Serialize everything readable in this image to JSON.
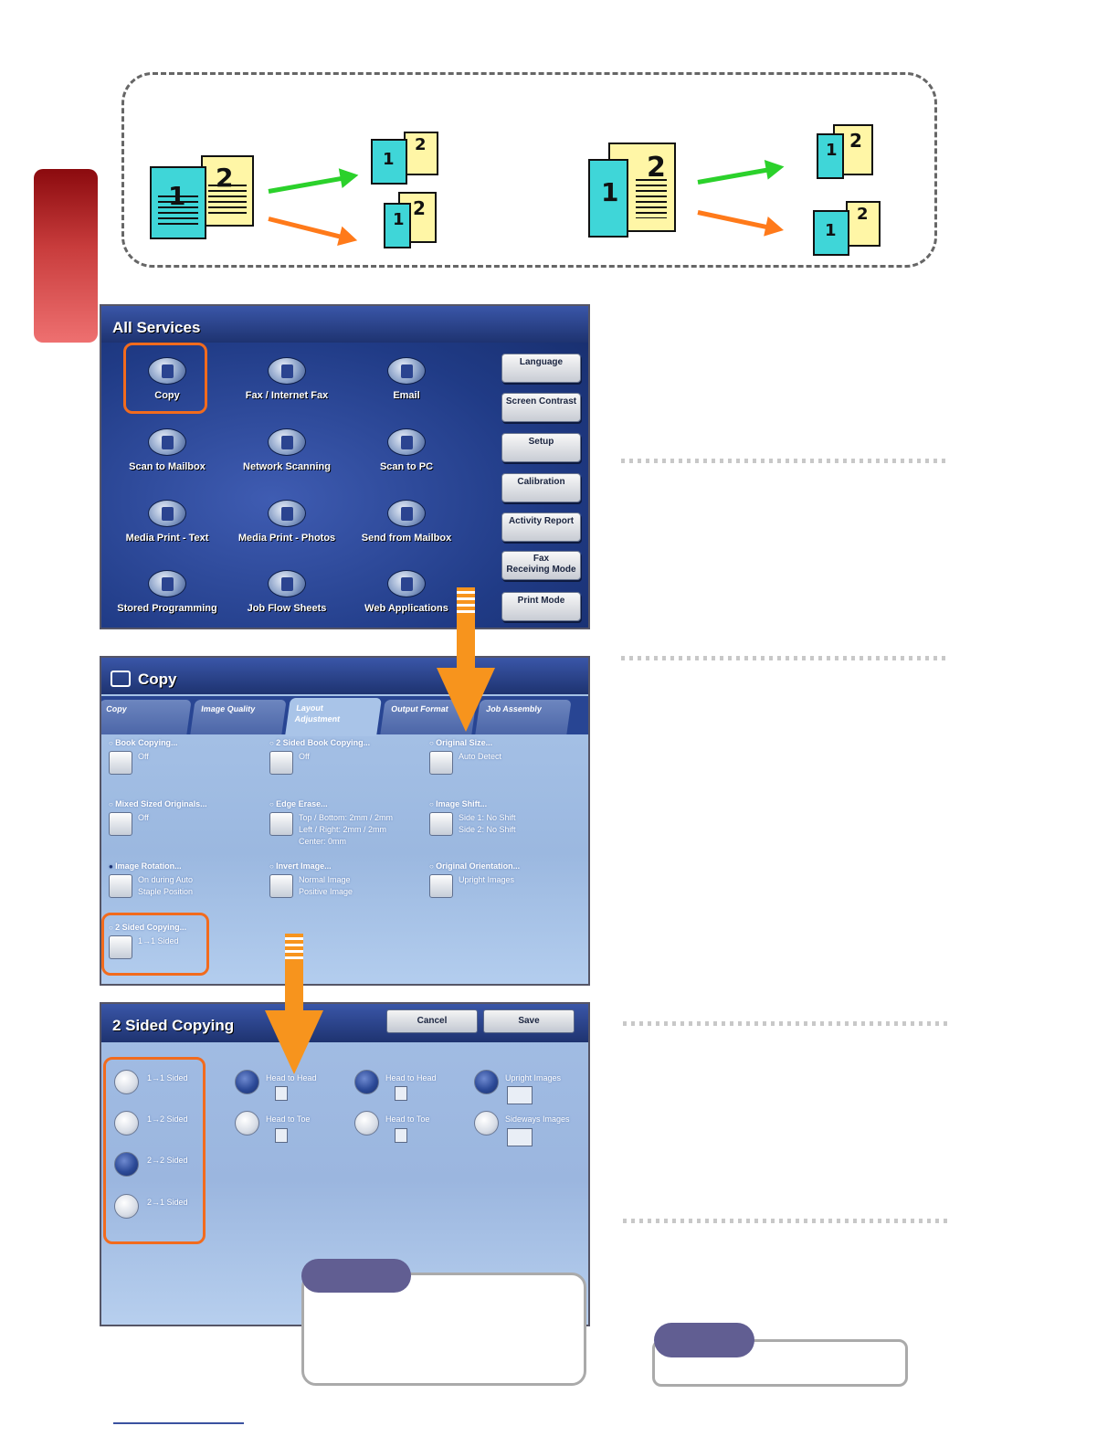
{
  "diagram": {
    "left_group": {
      "source": [
        "1",
        "2"
      ],
      "outputs": [
        [
          "1",
          "2"
        ],
        [
          "1",
          "2"
        ]
      ]
    },
    "right_group": {
      "source": [
        "1",
        "2"
      ],
      "outputs": [
        [
          "1",
          "2"
        ],
        [
          "1",
          "2"
        ]
      ]
    },
    "colors": {
      "cyan": "#3fd6d8",
      "yellow": "#fff6a6",
      "green_arrow": "#2bd12b",
      "orange_arrow": "#ff7a1a"
    }
  },
  "all_services": {
    "title": "All Services",
    "services": [
      {
        "label": "Copy",
        "icon": "copy-icon"
      },
      {
        "label": "Fax / Internet Fax",
        "icon": "fax-icon"
      },
      {
        "label": "Email",
        "icon": "email-icon"
      },
      {
        "label": "Scan to Mailbox",
        "icon": "scan-mailbox-icon"
      },
      {
        "label": "Network Scanning",
        "icon": "network-scan-icon"
      },
      {
        "label": "Scan to PC",
        "icon": "scan-pc-icon"
      },
      {
        "label": "Media Print - Text",
        "icon": "media-text-icon"
      },
      {
        "label": "Media Print - Photos",
        "icon": "media-photo-icon"
      },
      {
        "label": "Send from Mailbox",
        "icon": "send-mailbox-icon"
      },
      {
        "label": "Stored Programming",
        "icon": "stored-programming-icon"
      },
      {
        "label": "Job Flow Sheets",
        "icon": "job-flow-icon"
      },
      {
        "label": "Web Applications",
        "icon": "web-apps-icon"
      }
    ],
    "side_buttons": [
      "Language",
      "Screen Contrast",
      "Setup",
      "Calibration",
      "Activity Report",
      "Fax\nReceiving Mode",
      "Print Mode"
    ]
  },
  "copy_screen": {
    "title": "Copy",
    "tabs": [
      "Copy",
      "Image Quality",
      "Layout\nAdjustment",
      "Output Format",
      "Job Assembly"
    ],
    "options": [
      {
        "label": "Book Copying...",
        "value": "Off"
      },
      {
        "label": "2 Sided Book Copying...",
        "value": "Off"
      },
      {
        "label": "Original Size...",
        "value": "Auto Detect"
      },
      {
        "label": "Mixed Sized Originals...",
        "value": "Off"
      },
      {
        "label": "Edge Erase...",
        "value": "Top / Bottom: 2mm / 2mm\nLeft / Right: 2mm / 2mm\nCenter: 0mm"
      },
      {
        "label": "Image Shift...",
        "value": "Side 1: No Shift\nSide 2: No Shift"
      },
      {
        "label": "Image Rotation...",
        "value": "On during Auto\nStaple Position"
      },
      {
        "label": "Invert Image...",
        "value": "Normal Image\nPositive Image"
      },
      {
        "label": "Original Orientation...",
        "value": "Upright Images"
      },
      {
        "label": "2 Sided Copying...",
        "value": "1→1 Sided"
      }
    ]
  },
  "two_sided_screen": {
    "title": "2 Sided Copying",
    "cancel_label": "Cancel",
    "save_label": "Save",
    "sided_options": [
      "1→1 Sided",
      "1→2 Sided",
      "2→2 Sided",
      "2→1 Sided"
    ],
    "originals": [
      "Head to Head",
      "Head to Toe"
    ],
    "copies": [
      "Head to Head",
      "Head to Toe"
    ],
    "orientation": [
      "Upright Images",
      "Sideways Images"
    ]
  }
}
